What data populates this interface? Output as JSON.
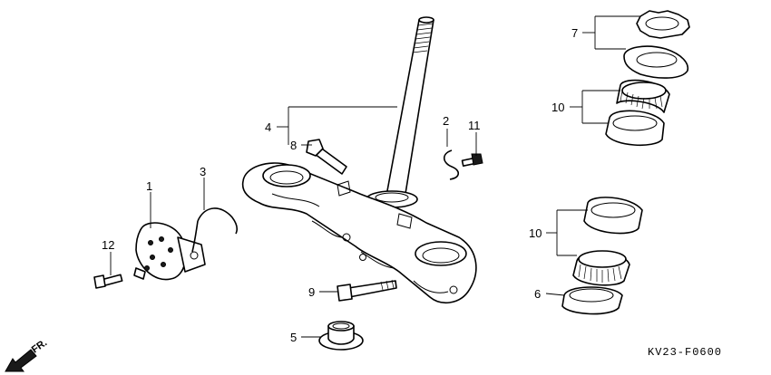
{
  "diagram_code": "KV23-F0600",
  "front_indicator": "FR.",
  "callouts": {
    "c1": "1",
    "c2": "2",
    "c3": "3",
    "c4": "4",
    "c5": "5",
    "c6": "6",
    "c7": "7",
    "c8": "8",
    "c9": "9",
    "c10_upper": "10",
    "c10_lower": "10",
    "c11": "11",
    "c12": "12"
  }
}
